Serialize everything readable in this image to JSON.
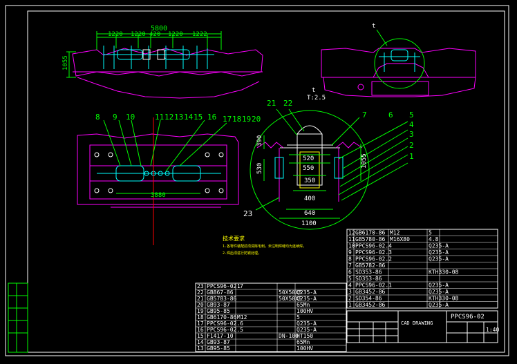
{
  "drawing": {
    "code": "PPCS96-02",
    "scale": "1:40",
    "title_text": "CAD DRAWING"
  },
  "front_view": {
    "overall": "5800",
    "segments": [
      "1220",
      "1220",
      "420",
      "1220",
      "1222"
    ],
    "height": "1055"
  },
  "plan_view": {
    "callouts": [
      "8",
      "9",
      "10",
      "11",
      "12",
      "13",
      "14",
      "15",
      "16",
      "17",
      "18",
      "19",
      "20"
    ],
    "width": "3880"
  },
  "detail_view": {
    "label_top": "t",
    "label_scale": "T:2.5",
    "callouts_left": [
      "21",
      "22"
    ],
    "callouts_right": [
      "7",
      "6",
      "5",
      "4",
      "3",
      "2",
      "1"
    ],
    "callout_bottom": "23",
    "dims": [
      "520",
      "550",
      "350",
      "400",
      "640",
      "1100",
      "390",
      "530",
      "1055"
    ]
  },
  "side_view": {
    "label": "t"
  },
  "notes": {
    "heading": "技术要求",
    "line1": "1.各零件装配前须清除毛刺，未注明焊缝均为连续焊。",
    "line2": "2.焊后须进行防锈处理。"
  },
  "bom_left": {
    "rows": [
      [
        "23",
        "PPCS96-02.7",
        "1",
        "",
        ""
      ],
      [
        "22",
        "GB867-86",
        "",
        "50X50X5",
        "Q235-A"
      ],
      [
        "21",
        "GB5783-86",
        "",
        "50X50X5",
        "Q235-A"
      ],
      [
        "20",
        "GB93-87",
        "",
        "",
        "65Mn"
      ],
      [
        "19",
        "GB95-85",
        "",
        "",
        "100HV"
      ],
      [
        "18",
        "GB6170-86",
        "M12",
        "",
        "5"
      ],
      [
        "17",
        "PPCS96-02.6",
        "",
        "",
        "Q235-A"
      ],
      [
        "16",
        "PPCS96-02.5",
        "",
        "",
        "Q235-A"
      ],
      [
        "15",
        "F1417-10",
        "",
        "DN-100",
        "HT150"
      ],
      [
        "14",
        "GB93-87",
        "",
        "",
        "65Mn"
      ],
      [
        "13",
        "GB95-85",
        "",
        "",
        "100HV"
      ]
    ]
  },
  "bom_right": {
    "rows": [
      [
        "12",
        "GB6170-86",
        "M12",
        "5",
        ""
      ],
      [
        "11",
        "GB5780-86",
        "M16X80",
        "4.8",
        ""
      ],
      [
        "10",
        "PPCS96-02.4",
        "",
        "Q235-A",
        ""
      ],
      [
        "9",
        "PPCS96-02.3",
        "",
        "Q235-A",
        ""
      ],
      [
        "8",
        "PPCS96-02.2",
        "",
        "Q235-A",
        ""
      ],
      [
        "7",
        "GB5782-86",
        "",
        "",
        ""
      ],
      [
        "6",
        "SD353-86",
        "",
        "KTH330-08",
        ""
      ],
      [
        "5",
        "SD353-86",
        "",
        "",
        ""
      ],
      [
        "4",
        "PPCS96-02.1",
        "",
        "Q235-A",
        ""
      ],
      [
        "3",
        "GB3452-86",
        "",
        "Q235-A",
        ""
      ],
      [
        "2",
        "SD354-86",
        "",
        "KTH330-08",
        ""
      ],
      [
        "1",
        "GB3452-86",
        "",
        "Q235-A",
        ""
      ]
    ]
  }
}
